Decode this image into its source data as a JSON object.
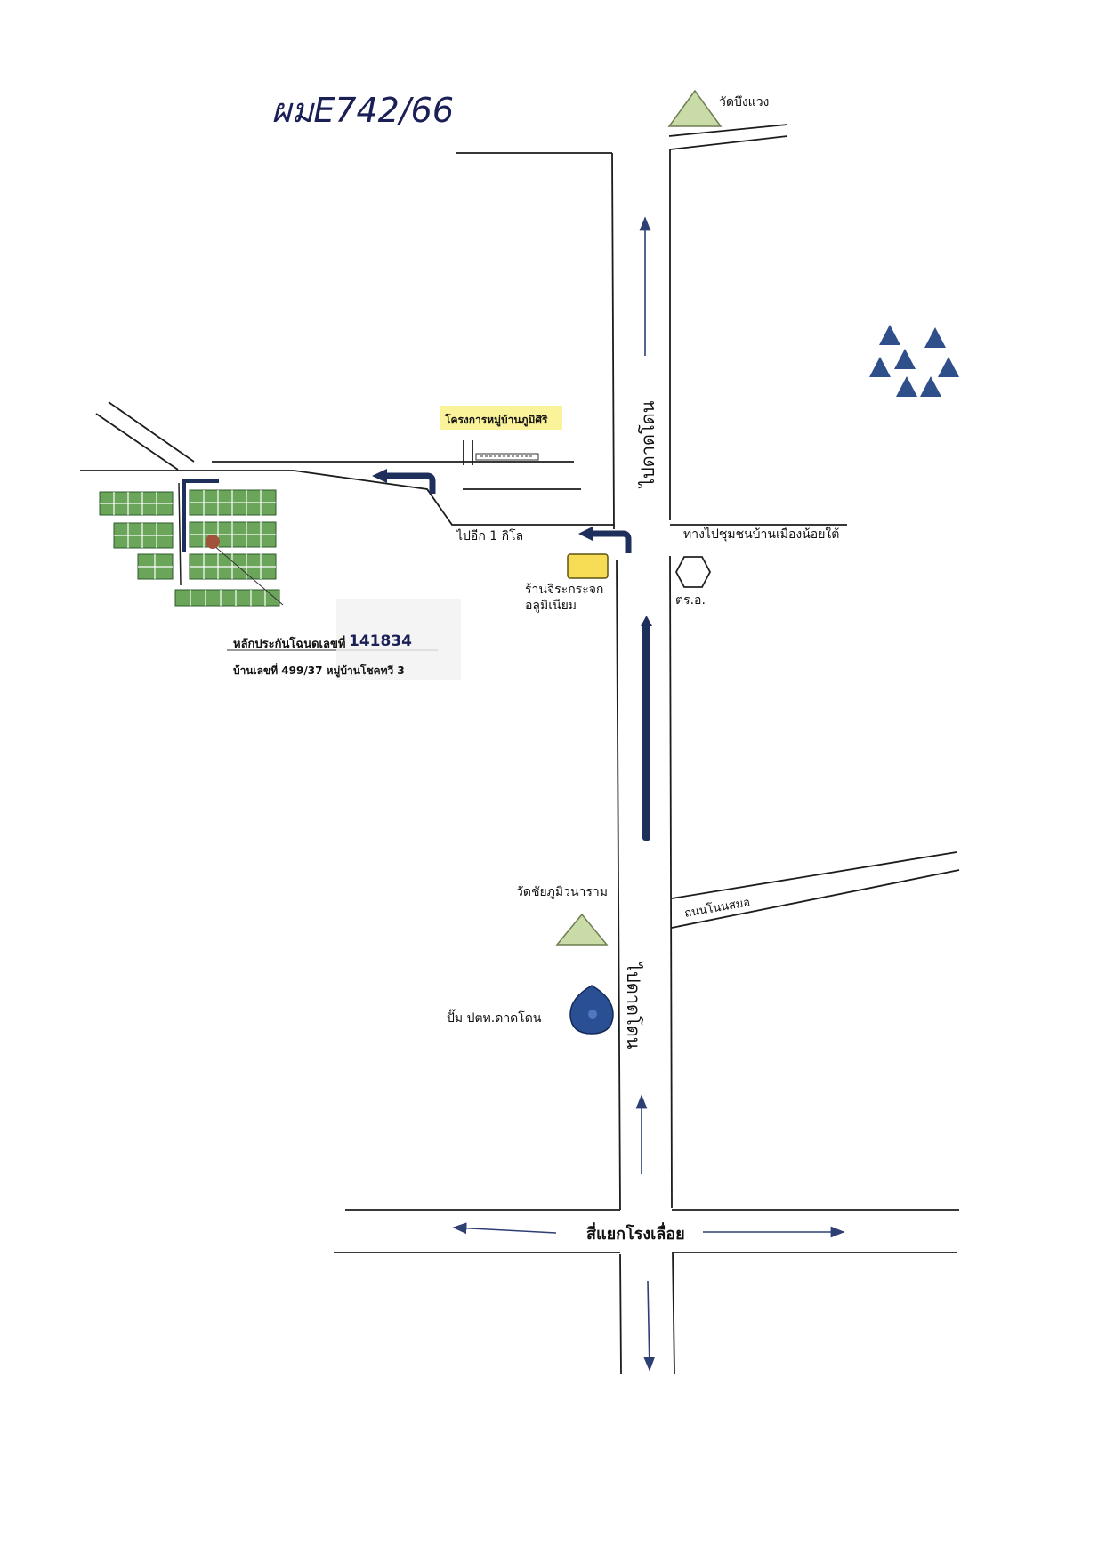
{
  "colors": {
    "arrow_navy": "#1f2f5c",
    "road": "#1c1c1c",
    "landmark_triangle": "#c9dba6",
    "forest_triangle": "#2f4f8a",
    "store": "#f6dd55",
    "plot_green": "#6aa55a",
    "target_marker": "#a0523a",
    "gas_pump": "#2b4f93",
    "project_banner": "#fbf39a"
  },
  "map": {
    "handwritten_ref": "ผมE742/66",
    "temple_top": "วัดบึงแวง",
    "housing_project": "โครงการหมู่บ้านภูมิศิริ",
    "road_to_dat_don_upper": "ไปดาดโดน",
    "road_to_dat_don_lower": "ไปดาดโดน",
    "go_1km": "ไปอีก 1 กิโล",
    "to_community": "ทางไปชุมชนบ้านเมืองน้อยใต้",
    "store_line1": "ร้านจิระกระจก",
    "store_line2": "อลูมิเนียม",
    "police": "ตร.อ.",
    "collateral_prefix": "หลักประกันโฉนดเลขที่",
    "collateral_number": "141834",
    "house_address": "บ้านเลขที่ 499/37  หมู่บ้านโชคทวี 3",
    "temple_mid": "วัดชัยภูมิวนาราม",
    "side_road": "ถนนโนนสมอ",
    "gas_station": "ปั๊ม ปตท.ดาดโดน",
    "junction": "สี่แยกโรงเลื่อย"
  }
}
